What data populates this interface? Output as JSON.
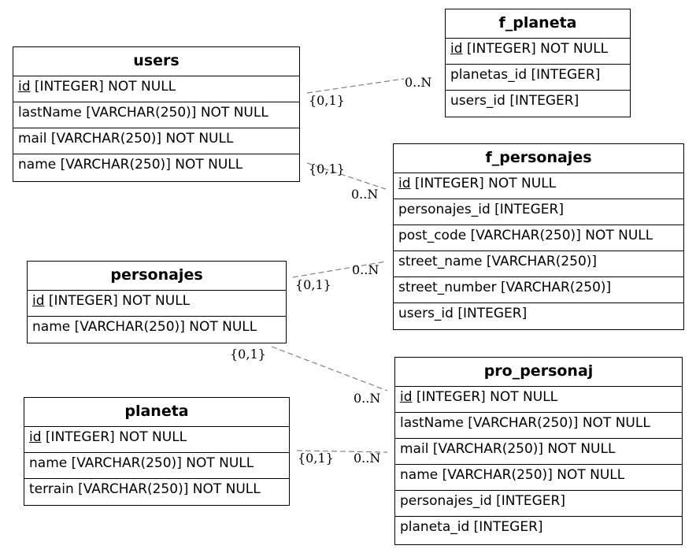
{
  "entities": {
    "users": {
      "name": "users",
      "columns": [
        {
          "pk": "id",
          "rest": " [INTEGER] NOT NULL"
        },
        {
          "pk": "",
          "rest": "lastName [VARCHAR(250)] NOT NULL"
        },
        {
          "pk": "",
          "rest": "mail [VARCHAR(250)] NOT NULL"
        },
        {
          "pk": "",
          "rest": "name [VARCHAR(250)] NOT NULL"
        }
      ]
    },
    "f_planeta": {
      "name": "f_planeta",
      "columns": [
        {
          "pk": "id",
          "rest": " [INTEGER] NOT NULL"
        },
        {
          "pk": "",
          "rest": "planetas_id [INTEGER]"
        },
        {
          "pk": "",
          "rest": "users_id [INTEGER]"
        }
      ]
    },
    "f_personajes": {
      "name": "f_personajes",
      "columns": [
        {
          "pk": "id",
          "rest": " [INTEGER] NOT NULL"
        },
        {
          "pk": "",
          "rest": "personajes_id [INTEGER]"
        },
        {
          "pk": "",
          "rest": "post_code [VARCHAR(250)] NOT NULL"
        },
        {
          "pk": "",
          "rest": "street_name [VARCHAR(250)]"
        },
        {
          "pk": "",
          "rest": "street_number [VARCHAR(250)]"
        },
        {
          "pk": "",
          "rest": "users_id [INTEGER]"
        }
      ]
    },
    "personajes": {
      "name": "personajes",
      "columns": [
        {
          "pk": "id",
          "rest": " [INTEGER] NOT NULL"
        },
        {
          "pk": "",
          "rest": "name [VARCHAR(250)] NOT NULL"
        }
      ]
    },
    "planeta": {
      "name": "planeta",
      "columns": [
        {
          "pk": "id",
          "rest": " [INTEGER] NOT NULL"
        },
        {
          "pk": "",
          "rest": "name [VARCHAR(250)] NOT NULL"
        },
        {
          "pk": "",
          "rest": "terrain [VARCHAR(250)] NOT NULL"
        }
      ]
    },
    "pro_personaj": {
      "name": "pro_personaj",
      "columns": [
        {
          "pk": "id",
          "rest": " [INTEGER] NOT NULL"
        },
        {
          "pk": "",
          "rest": "lastName [VARCHAR(250)] NOT NULL"
        },
        {
          "pk": "",
          "rest": "mail [VARCHAR(250)] NOT NULL"
        },
        {
          "pk": "",
          "rest": "name [VARCHAR(250)] NOT NULL"
        },
        {
          "pk": "",
          "rest": "personajes_id [INTEGER]"
        },
        {
          "pk": "",
          "rest": "planeta_id [INTEGER]"
        }
      ]
    }
  },
  "relationships": [
    {
      "from": "users",
      "to": "f_planeta",
      "from_card": "{0,1}",
      "to_card": "0..N"
    },
    {
      "from": "users",
      "to": "f_personajes",
      "from_card": "{0,1}",
      "to_card": "0..N"
    },
    {
      "from": "personajes",
      "to": "f_personajes",
      "from_card": "{0,1}",
      "to_card": "0..N"
    },
    {
      "from": "personajes",
      "to": "pro_personaj",
      "from_card": "{0,1}",
      "to_card": "0..N"
    },
    {
      "from": "planeta",
      "to": "pro_personaj",
      "from_card": "{0,1}",
      "to_card": "0..N"
    }
  ],
  "colors": {
    "border": "#000000",
    "relationship_line": "#808080",
    "background": "#ffffff"
  }
}
